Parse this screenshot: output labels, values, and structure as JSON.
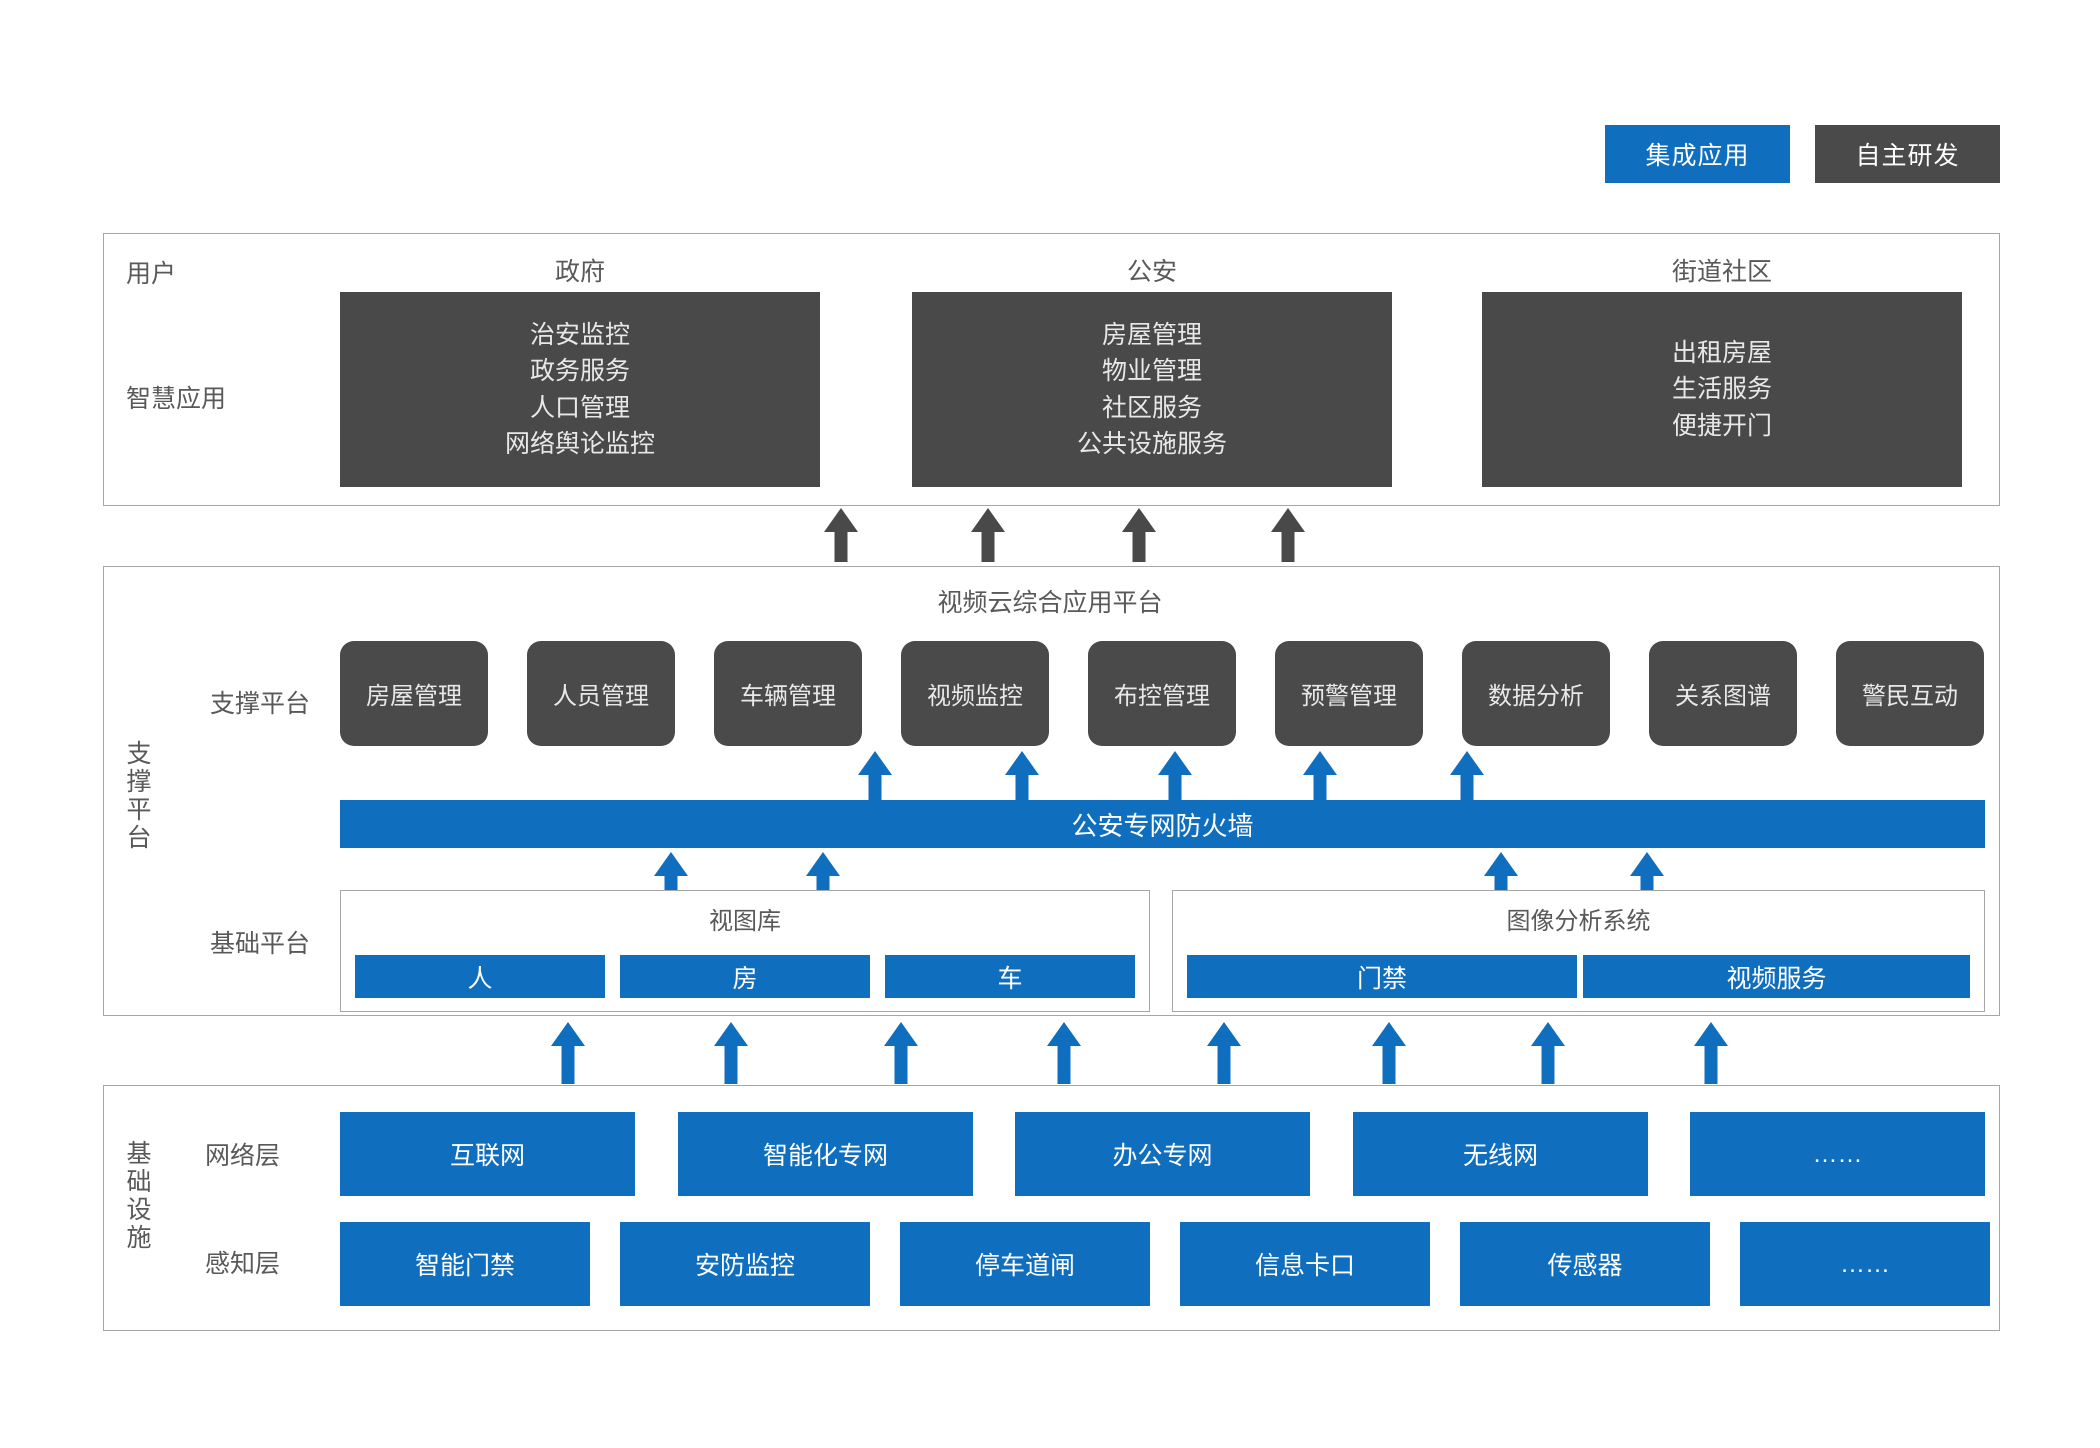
{
  "legend": {
    "integrated_label": "集成应用",
    "selfdev_label": "自主研发",
    "integrated_color": "#106ebe",
    "selfdev_color": "#4a4a4a"
  },
  "application_section": {
    "user_row_label": "用户",
    "app_row_label": "智慧应用",
    "groups": [
      {
        "header": "政府",
        "items": [
          "治安监控",
          "政务服务",
          "人口管理",
          "网络舆论监控"
        ]
      },
      {
        "header": "公安",
        "items": [
          "房屋管理",
          "物业管理",
          "社区服务",
          "公共设施服务"
        ]
      },
      {
        "header": "街道社区",
        "items": [
          "出租房屋",
          "生活服务",
          "便捷开门"
        ]
      }
    ]
  },
  "platform_section": {
    "side_label": "支撑平台",
    "title": "视频云综合应用平台",
    "support_row_label": "支撑平台",
    "base_row_label": "基础平台",
    "support_items": [
      "房屋管理",
      "人员管理",
      "车辆管理",
      "视频监控",
      "布控管理",
      "预警管理",
      "数据分析",
      "关系图谱",
      "警民互动"
    ],
    "firewall_label": "公安专网防火墙",
    "base_groups": [
      {
        "title": "视图库",
        "items": [
          "人",
          "房",
          "车"
        ]
      },
      {
        "title": "图像分析系统",
        "items": [
          "门禁",
          "视频服务"
        ]
      }
    ]
  },
  "infrastructure_section": {
    "side_label": "基础设施",
    "network_row_label": "网络层",
    "sense_row_label": "感知层",
    "network_items": [
      "互联网",
      "智能化专网",
      "办公专网",
      "无线网",
      "……"
    ],
    "sense_items": [
      "智能门禁",
      "安防监控",
      "停车道闸",
      "信息卡口",
      "传感器",
      "……"
    ]
  }
}
